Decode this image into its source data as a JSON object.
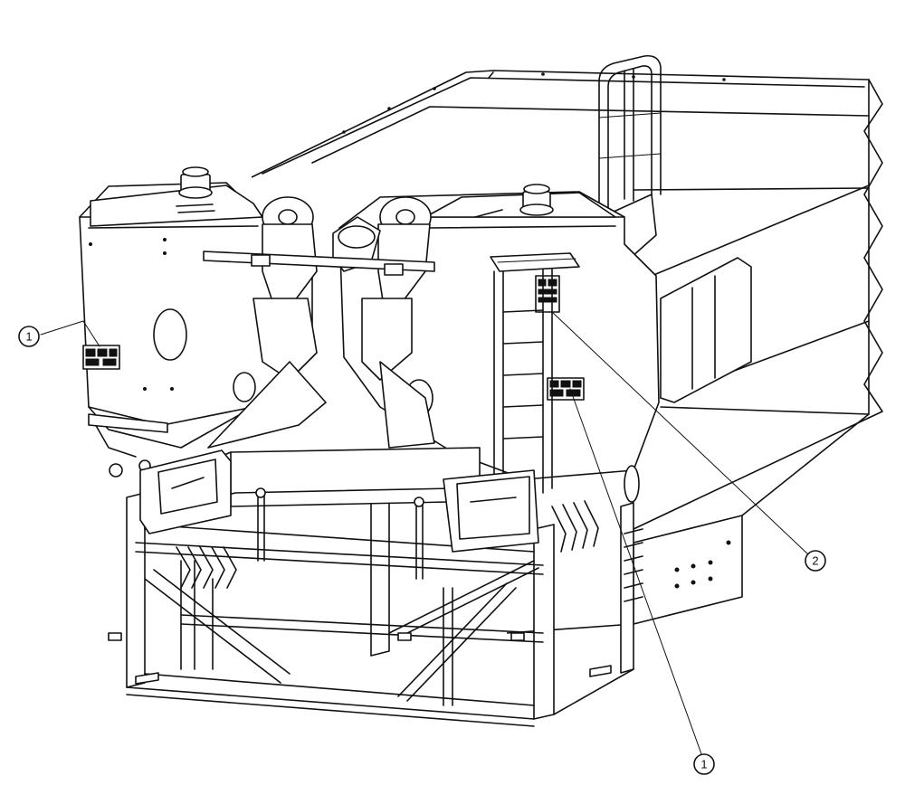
{
  "callouts": [
    {
      "id": "callout-1-left",
      "label": "1"
    },
    {
      "id": "callout-2",
      "label": "2"
    },
    {
      "id": "callout-1-bottom",
      "label": "1"
    }
  ]
}
